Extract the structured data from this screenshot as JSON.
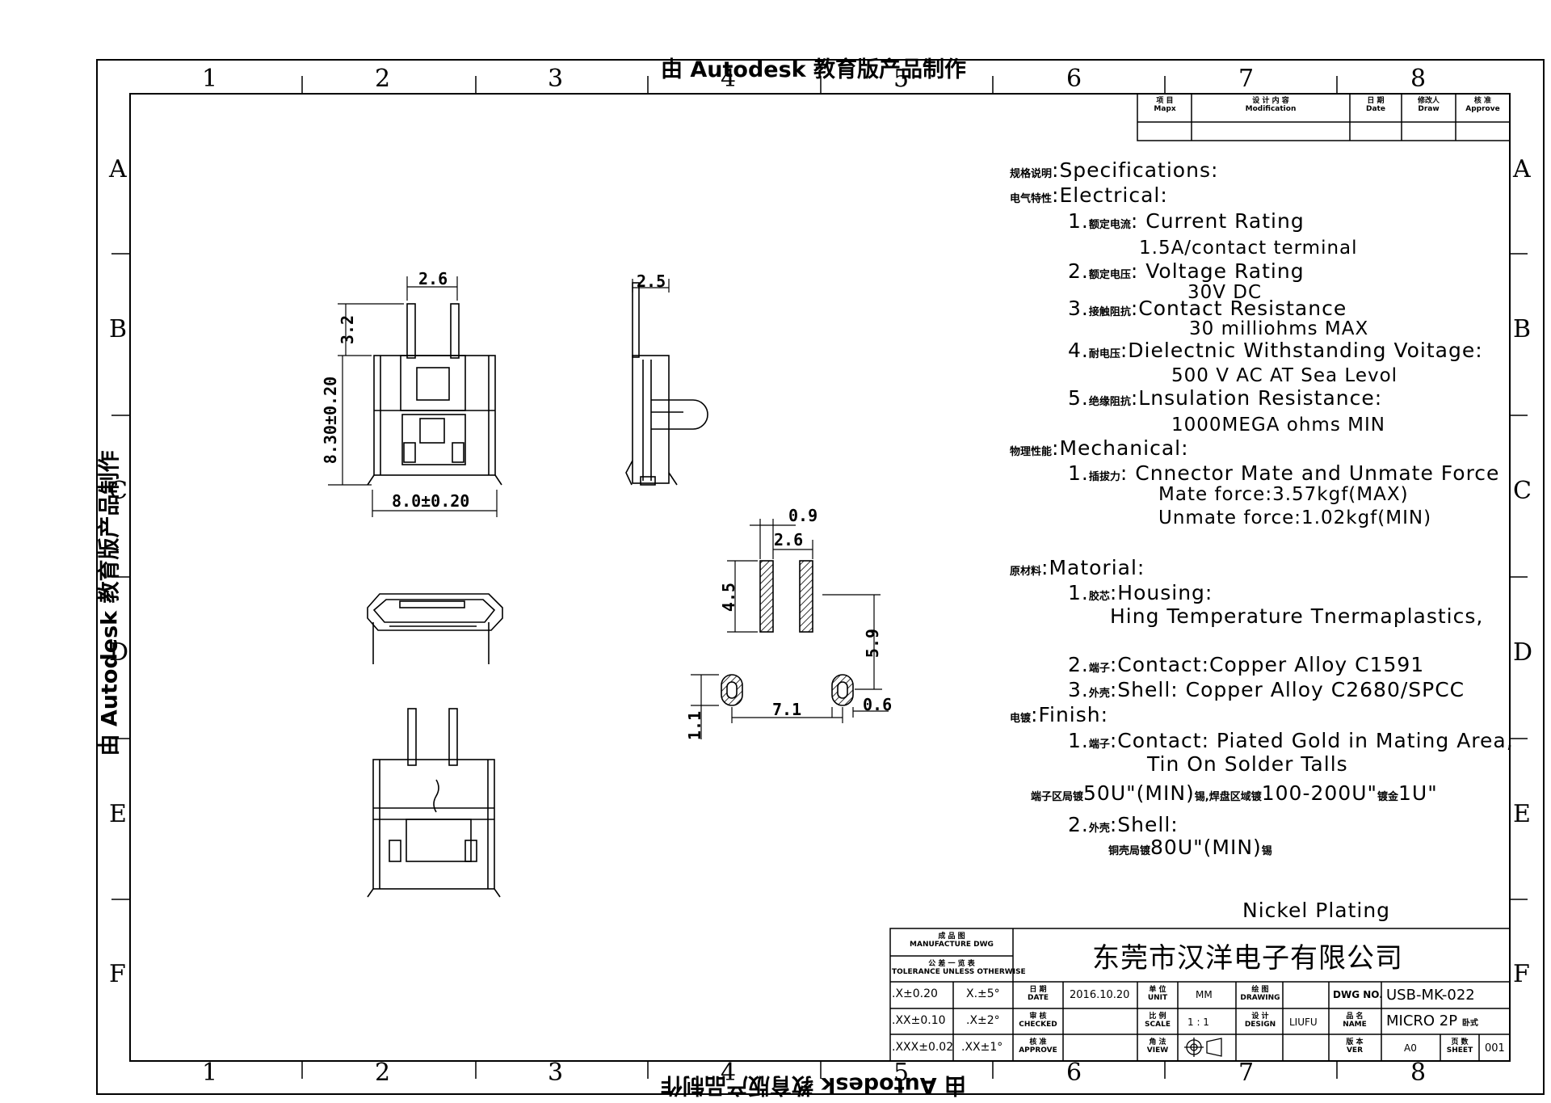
{
  "watermark": "由 Autodesk 教育版产品制作",
  "grid": {
    "columns": [
      "1",
      "2",
      "3",
      "4",
      "5",
      "6",
      "7",
      "8"
    ],
    "rows": [
      "A",
      "B",
      "C",
      "D",
      "E",
      "F"
    ]
  },
  "revision_table": {
    "headers": [
      {
        "cn": "项 目",
        "en": "Mapx"
      },
      {
        "cn": "设 计 内 容",
        "en": "Modification"
      },
      {
        "cn": "日 期",
        "en": "Date"
      },
      {
        "cn": "修改人",
        "en": "Draw"
      },
      {
        "cn": "核 准",
        "en": "Approve"
      }
    ]
  },
  "specs": [
    {
      "cn": "规格说明",
      "text": ":Specifications:"
    },
    {
      "cn": "电气特性",
      "text": ":Electrical:"
    },
    {
      "num": "1.",
      "cn": "额定电流",
      "text": ": Current  Rating"
    },
    {
      "text": "1.5A/contact  terminal"
    },
    {
      "num": "2.",
      "cn": "额定电压",
      "text": ": Voltage  Rating"
    },
    {
      "text": "30V  DC"
    },
    {
      "num": "3.",
      "cn": "接触阻抗",
      "text": ":Contact  Resistance"
    },
    {
      "text": "30  milliohms  MAX"
    },
    {
      "num": "4.",
      "cn": "耐电压",
      "text": ":Dielectnic  Withstanding  Voitage:"
    },
    {
      "text": "500  V  AC  AT  Sea  Levol"
    },
    {
      "num": "5.",
      "cn": "绝缘阻抗",
      "text": ":Lnsulation  Resistance:"
    },
    {
      "text": "1000MEGA  ohms  MIN"
    },
    {
      "cn": "物理性能",
      "text": ":Mechanical:"
    },
    {
      "num": "1.",
      "cn": "插拔力",
      "text": ": Cnnector  Mate  and  Unmate  Force"
    },
    {
      "text": "Mate  force:3.57kgf(MAX)"
    },
    {
      "text": "Unmate  force:1.02kgf(MIN)"
    },
    {
      "cn": "原材料",
      "text": ":Matorial:"
    },
    {
      "num": "1.",
      "cn": "胶芯",
      "text": ":Housing:"
    },
    {
      "text": "Hing  Temperature   Tnermaplastics,"
    },
    {
      "num": "2.",
      "cn": "端子",
      "text": ":Contact:Copper  Alloy  C1591"
    },
    {
      "num": "3.",
      "cn": "外壳",
      "text": ":Shell:  Copper  Alloy  C2680/SPCC"
    },
    {
      "cn": "电镀",
      "text": ":Finish:"
    },
    {
      "num": "1.",
      "cn": "端子",
      "text": ":Contact:  Piated  Gold  in  Mating  Area,"
    },
    {
      "text": "Tin  On  Solder  Talls"
    },
    {
      "cn": "端子区局镀",
      "text": "50U\"(MIN)",
      "cn2": "锡,焊盘区域镀",
      "text2": "100-200U\"",
      "cn3": "镀金",
      "text3": "1U\""
    },
    {
      "num": "2.",
      "cn": "外壳",
      "text": ":Shell:"
    },
    {
      "cn": "铜壳局镀",
      "text": "80U\"(MIN)",
      "cn2": "锡"
    },
    {
      "text": "Nickel  Plating"
    }
  ],
  "dimensions": {
    "front_pin_spacing": "2.6",
    "front_pin_height": "3.2",
    "front_height": "8.30±0.20",
    "front_width": "8.0±0.20",
    "side_thickness": "2.5",
    "pcb_pad_width": "0.9",
    "pcb_pad_gap": "2.6",
    "pcb_pad_length": "4.5",
    "pcb_offset": "5.9",
    "pcb_hole_spacing": "7.1",
    "pcb_hole_width": "0.6",
    "pcb_hole_height": "1.1"
  },
  "title_block": {
    "company": "东莞市汉洋电子有限公司",
    "manufacture_dwg": {
      "cn": "成 品 图",
      "en": "MANUFACTURE DWG"
    },
    "tolerance": {
      "cn": "公 差 一 览 表",
      "en": "TOLERANCE UNLESS OTHERWISE"
    },
    "tol_rows": [
      [
        ".X±0.20",
        "X.±5°"
      ],
      [
        ".XX±0.10",
        ".X±2°"
      ],
      [
        ".XXX±0.02",
        ".XX±1°"
      ]
    ],
    "date_label": {
      "cn": "日 期",
      "en": "DATE"
    },
    "date_value": "2016.10.20",
    "unit_label": {
      "cn": "单 位",
      "en": "UNIT"
    },
    "unit_value": "MM",
    "drawing_label": {
      "cn": "绘 图",
      "en": "DRAWING"
    },
    "checked_label": {
      "cn": "审 核",
      "en": "CHECKED"
    },
    "scale_label": {
      "cn": "比 例",
      "en": "SCALE"
    },
    "scale_value": "1 : 1",
    "design_label": {
      "cn": "设 计",
      "en": "DESIGN"
    },
    "design_value": "LIUFU",
    "approve_label": {
      "cn": "核 准",
      "en": "APPROVE"
    },
    "view_label": {
      "cn": "角 法",
      "en": "VIEW"
    },
    "dwg_no_label": "DWG NO.",
    "dwg_no_value": "USB-MK-022",
    "name_label": {
      "cn": "品 名",
      "en": "NAME"
    },
    "name_value": "MICRO  2P",
    "name_suffix": "卧式",
    "ver_label": {
      "cn": "版 本",
      "en": "VER"
    },
    "ver_value": "A0",
    "sheet_label": {
      "cn": "页 数",
      "en": "SHEET"
    },
    "sheet_value": "001"
  }
}
